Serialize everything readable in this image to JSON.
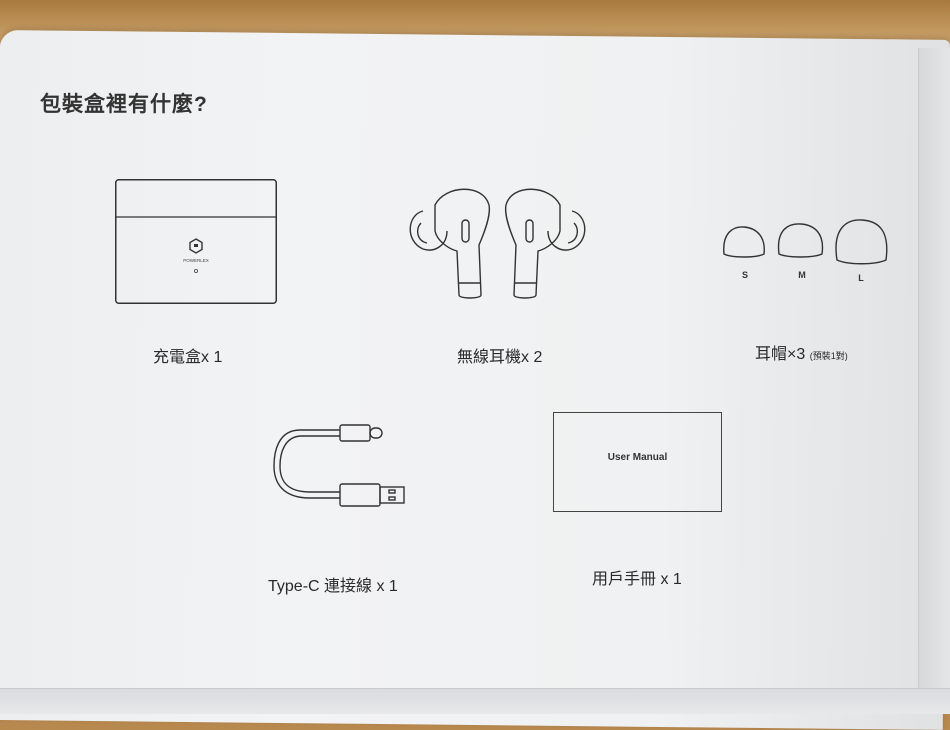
{
  "title": "包裝盒裡有什麼?",
  "items": {
    "case": {
      "label": "充電盒x 1",
      "brand": "POWERLEX"
    },
    "buds": {
      "label": "無線耳機x 2"
    },
    "tips": {
      "label": "耳帽×3",
      "note": "(預裝1對)",
      "sizes": [
        "S",
        "M",
        "L"
      ]
    },
    "cable": {
      "label": "Type-C 連接線 x 1"
    },
    "manual": {
      "label": "用戶手冊 x 1",
      "cover_text": "User Manual"
    }
  },
  "colors": {
    "ink": "#333333",
    "paper": "#f0f1f2"
  }
}
